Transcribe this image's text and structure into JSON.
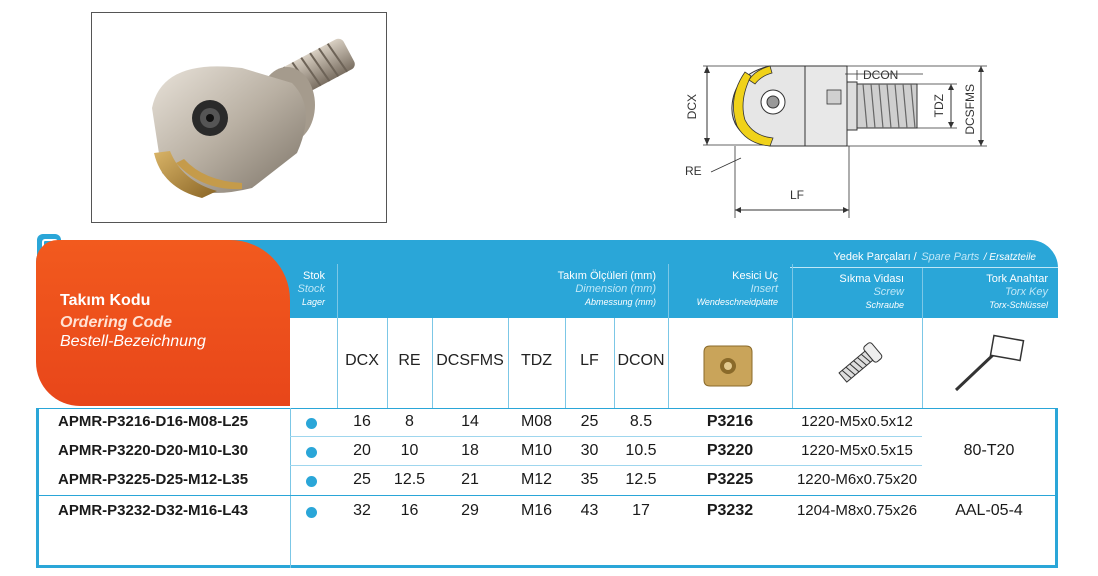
{
  "drawing": {
    "labels": {
      "dcx": "DCX",
      "re": "RE",
      "dcon": "DCON",
      "tdz": "TDZ",
      "dcsfms": "DCSFMS",
      "lf": "LF"
    }
  },
  "table": {
    "header": {
      "ordering_code": {
        "tr": "Takım Kodu",
        "en": "Ordering Code",
        "de": "Bestell-Bezeichnung"
      },
      "stock": {
        "tr": "Stok",
        "en": "Stock",
        "de": "Lager"
      },
      "dimension": {
        "tr": "Takım Ölçüleri (mm)",
        "en": "Dimension (mm)",
        "de": "Abmessung (mm)"
      },
      "insert": {
        "tr": "Kesici Uç",
        "en": "Insert",
        "de": "Wendeschneidplatte"
      },
      "spare_parts": {
        "tr": "Yedek Parçaları /",
        "en": "Spare Parts",
        "de": "/ Ersatzteile"
      },
      "screw": {
        "tr": "Sıkma Vidası",
        "en": "Screw",
        "de": "Schraube"
      },
      "key": {
        "tr": "Tork Anahtar",
        "en": "Torx Key",
        "de": "Torx-Schlüssel"
      }
    },
    "columns": [
      "DCX",
      "RE",
      "DCSFMS",
      "TDZ",
      "LF",
      "DCON"
    ],
    "rows": [
      {
        "code": "APMR-P3216-D16-M08-L25",
        "dcx": "16",
        "re": "8",
        "dcsfms": "14",
        "tdz": "M08",
        "lf": "25",
        "dcon": "8.5",
        "insert": "P3216",
        "screw": "1220-M5x0.5x12"
      },
      {
        "code": "APMR-P3220-D20-M10-L30",
        "dcx": "20",
        "re": "10",
        "dcsfms": "18",
        "tdz": "M10",
        "lf": "30",
        "dcon": "10.5",
        "insert": "P3220",
        "screw": "1220-M5x0.5x15"
      },
      {
        "code": "APMR-P3225-D25-M12-L35",
        "dcx": "25",
        "re": "12.5",
        "dcsfms": "21",
        "tdz": "M12",
        "lf": "35",
        "dcon": "12.5",
        "insert": "P3225",
        "screw": "1220-M6x0.75x20"
      },
      {
        "code": "APMR-P3232-D32-M16-L43",
        "dcx": "32",
        "re": "16",
        "dcsfms": "29",
        "tdz": "M16",
        "lf": "43",
        "dcon": "17",
        "insert": "P3232",
        "screw": "1204-M8x0.75x26"
      }
    ],
    "keys": {
      "group1": "80-T20",
      "group2": "AAL-05-4"
    }
  }
}
